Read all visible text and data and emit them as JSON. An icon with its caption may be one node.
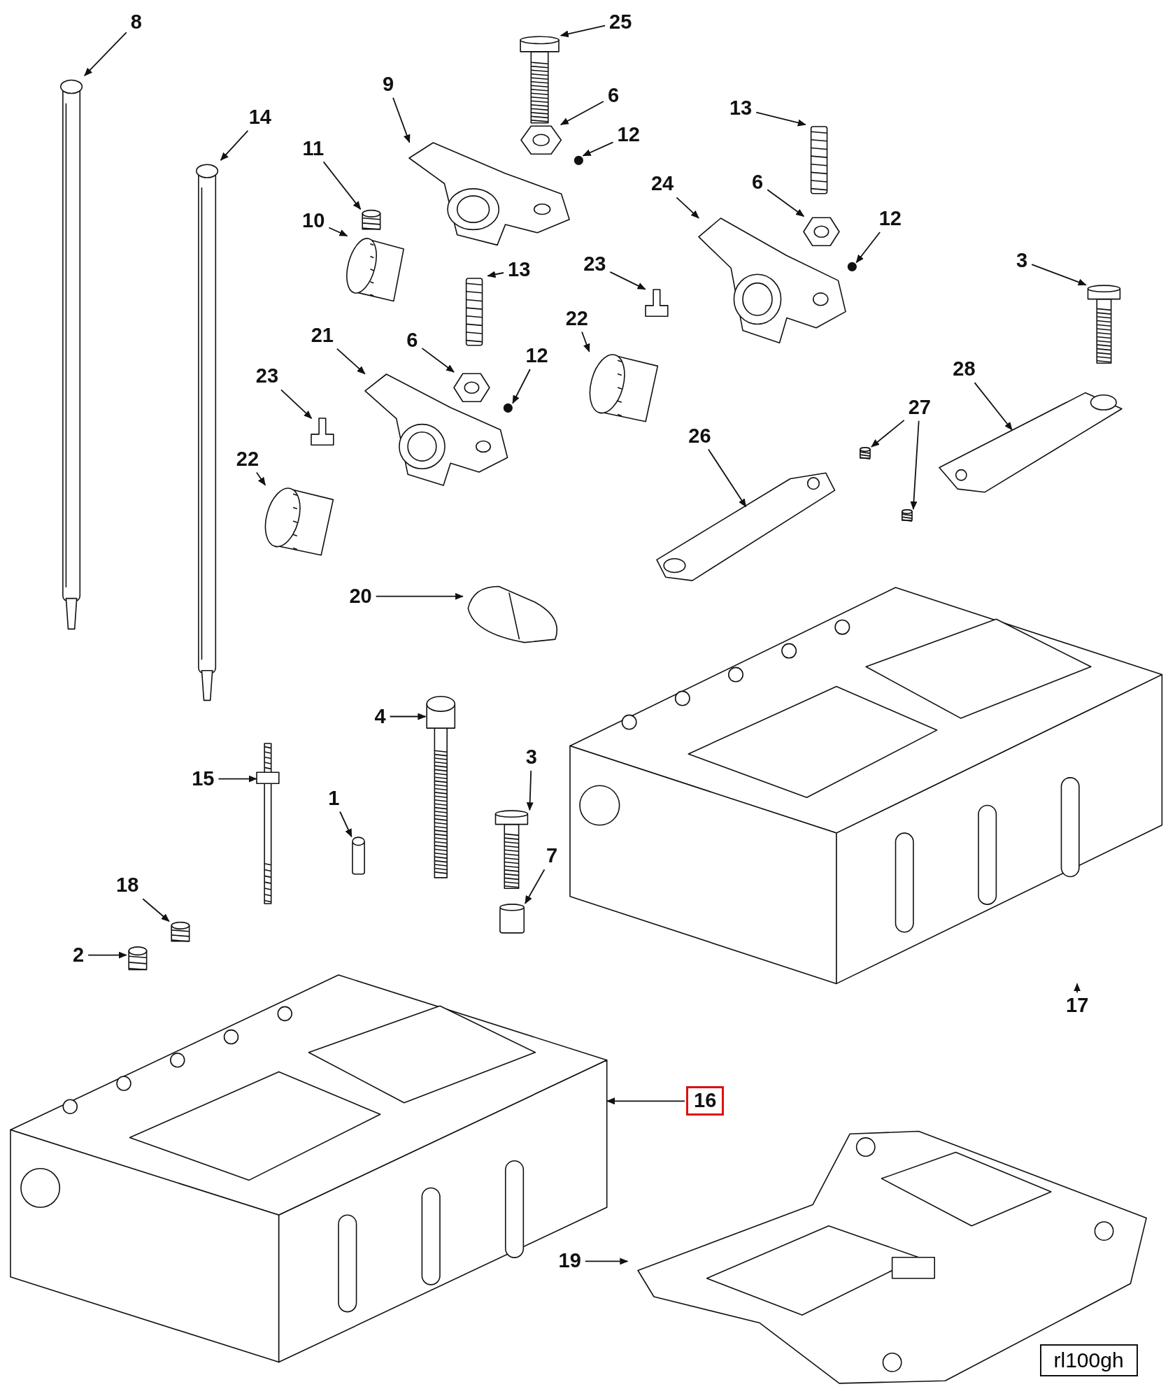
{
  "diagram": {
    "nodes": [
      {
        "text": [
          "8"
        ]
      },
      {
        "text": [],
        "shape": "picture"
      },
      {
        "text": [
          "25"
        ]
      },
      {
        "text": [],
        "shape": "picture"
      },
      {
        "text": [
          "9"
        ]
      },
      {
        "text": [],
        "shape": "picture"
      },
      {
        "text": [
          "6"
        ]
      },
      {
        "text": [],
        "shape": "picture"
      },
      {
        "text": [
          "14"
        ]
      },
      {
        "text": [],
        "shape": "picture"
      },
      {
        "text": [
          "12"
        ]
      },
      {
        "text": [],
        "shape": "circle"
      },
      {
        "text": [
          "13"
        ]
      },
      {
        "text": [],
        "shape": "picture"
      },
      {
        "text": [
          "11"
        ]
      },
      {
        "text": [],
        "shape": "picture"
      },
      {
        "text": [
          "24"
        ]
      },
      {
        "text": [],
        "shape": "picture"
      },
      {
        "text": [
          "6"
        ]
      },
      {
        "text": [],
        "shape": "picture"
      },
      {
        "text": [
          "10"
        ]
      },
      {
        "text": [],
        "shape": "picture"
      },
      {
        "text": [
          "12"
        ]
      },
      {
        "text": [],
        "shape": "circle"
      },
      {
        "text": [
          "3"
        ]
      },
      {
        "text": [],
        "shape": "picture"
      },
      {
        "text": [
          "23"
        ]
      },
      {
        "text": [],
        "shape": "picture"
      },
      {
        "text": [
          "13"
        ]
      },
      {
        "text": [],
        "shape": "picture"
      },
      {
        "text": [
          "22"
        ]
      },
      {
        "text": [],
        "shape": "picture"
      },
      {
        "text": [
          "21"
        ]
      },
      {
        "text": [],
        "shape": "picture"
      },
      {
        "text": [
          "6"
        ]
      },
      {
        "text": [],
        "shape": "picture"
      },
      {
        "text": [
          "12"
        ]
      },
      {
        "text": [],
        "shape": "circle"
      },
      {
        "text": [
          "28"
        ]
      },
      {
        "text": [],
        "shape": "picture"
      },
      {
        "text": [
          "23"
        ]
      },
      {
        "text": [],
        "shape": "picture"
      },
      {
        "text": [
          "27"
        ]
      },
      {
        "text": [],
        "shape": "picture"
      },
      {
        "text": [],
        "shape": "picture"
      },
      {
        "text": [
          "26"
        ]
      },
      {
        "text": [],
        "shape": "picture"
      },
      {
        "text": [
          "22"
        ]
      },
      {
        "text": [],
        "shape": "picture"
      },
      {
        "text": [
          "20"
        ]
      },
      {
        "text": [],
        "shape": "picture"
      },
      {
        "text": [
          "4"
        ]
      },
      {
        "text": [],
        "shape": "picture"
      },
      {
        "text": [
          "3"
        ]
      },
      {
        "text": [],
        "shape": "picture"
      },
      {
        "text": [
          "15"
        ]
      },
      {
        "text": [],
        "shape": "picture"
      },
      {
        "text": [
          "1"
        ]
      },
      {
        "text": [],
        "shape": "cylinder"
      },
      {
        "text": [
          "7"
        ]
      },
      {
        "text": [],
        "shape": "cylinder"
      },
      {
        "text": [
          "18"
        ]
      },
      {
        "text": [],
        "shape": "picture"
      },
      {
        "text": [
          "2"
        ]
      },
      {
        "text": [],
        "shape": "picture"
      },
      {
        "text": [
          "17"
        ]
      },
      {
        "text": [],
        "shape": "picture"
      },
      {
        "text": [
          "16"
        ]
      },
      {
        "text": [],
        "shape": "picture"
      },
      {
        "text": [
          "19"
        ]
      },
      {
        "text": [],
        "shape": "picture"
      }
    ],
    "edges": [
      {
        "from": 0,
        "to": 1,
        "arrow": "to"
      },
      {
        "from": 2,
        "to": 3,
        "arrow": "to"
      },
      {
        "from": 4,
        "to": 5,
        "arrow": "to"
      },
      {
        "from": 6,
        "to": 7,
        "arrow": "to"
      },
      {
        "from": 8,
        "to": 9,
        "arrow": "to"
      },
      {
        "from": 10,
        "to": 11,
        "arrow": "to"
      },
      {
        "from": 12,
        "to": 13,
        "arrow": "to"
      },
      {
        "from": 14,
        "to": 15,
        "arrow": "to"
      },
      {
        "from": 16,
        "to": 17,
        "arrow": "to"
      },
      {
        "from": 18,
        "to": 19,
        "arrow": "to"
      },
      {
        "from": 20,
        "to": 21,
        "arrow": "to"
      },
      {
        "from": 22,
        "to": 23,
        "arrow": "to"
      },
      {
        "from": 24,
        "to": 25,
        "arrow": "to"
      },
      {
        "from": 26,
        "to": 27,
        "arrow": "to"
      },
      {
        "from": 28,
        "to": 29,
        "arrow": "to"
      },
      {
        "from": 30,
        "to": 31,
        "arrow": "to"
      },
      {
        "from": 32,
        "to": 33,
        "arrow": "to"
      },
      {
        "from": 34,
        "to": 35,
        "arrow": "to"
      },
      {
        "from": 36,
        "to": 37,
        "arrow": "to"
      },
      {
        "from": 38,
        "to": 39,
        "arrow": "to"
      },
      {
        "from": 40,
        "to": 41,
        "arrow": "to"
      },
      {
        "from": 42,
        "to": 43,
        "arrow": "to"
      },
      {
        "from": 42,
        "to": 44,
        "arrow": "to"
      },
      {
        "from": 45,
        "to": 46,
        "arrow": "to"
      },
      {
        "from": 47,
        "to": 48,
        "arrow": "to"
      },
      {
        "from": 49,
        "to": 50,
        "arrow": "to"
      },
      {
        "from": 51,
        "to": 52,
        "arrow": "to"
      },
      {
        "from": 53,
        "to": 54,
        "arrow": "to"
      },
      {
        "from": 55,
        "to": 56,
        "arrow": "to"
      },
      {
        "from": 57,
        "to": 58,
        "arrow": "to"
      },
      {
        "from": 59,
        "to": 60,
        "arrow": "to"
      },
      {
        "from": 61,
        "to": 62,
        "arrow": "to"
      },
      {
        "from": 63,
        "to": 64,
        "arrow": "to"
      },
      {
        "from": 65,
        "to": 66,
        "arrow": "to"
      },
      {
        "from": 67,
        "to": 68,
        "arrow": "to"
      },
      {
        "from": 69,
        "to": 70,
        "arrow": "to"
      }
    ],
    "labels": [
      "rl100gh"
    ]
  }
}
